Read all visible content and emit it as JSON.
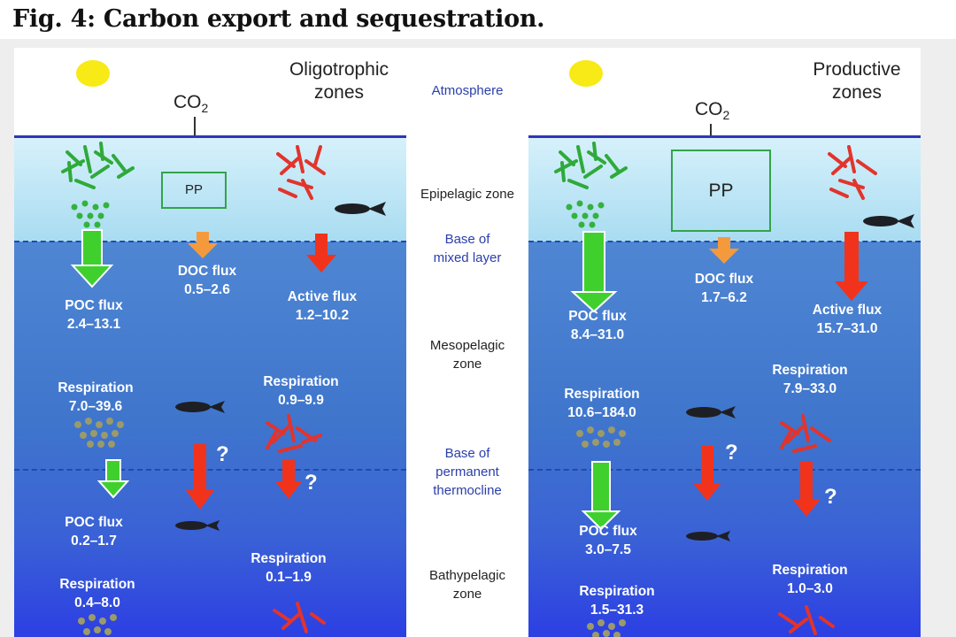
{
  "figure": {
    "title": "Fig. 4: Carbon export and sequestration."
  },
  "colors": {
    "poc_arrow": "#3fd02e",
    "doc_arrow": "#f59a3c",
    "active_arrow": "#f2331b",
    "surface_line": "#2f35b8",
    "sun": "#f7ea16",
    "mid_label": "#2a3eaa"
  },
  "icons": [
    "sun-icon",
    "phytoplankton-icon",
    "zooplankton-icon",
    "fish-icon",
    "particle-cluster-icon"
  ],
  "middle": {
    "atmosphere": "Atmosphere",
    "epipelagic": "Epipelagic zone",
    "mixed_layer_1": "Base of",
    "mixed_layer_2": "mixed layer",
    "mesopelagic_1": "Mesopelagic",
    "mesopelagic_2": "zone",
    "thermocline_1": "Base of",
    "thermocline_2": "permanent",
    "thermocline_3": "thermocline",
    "bathypelagic_1": "Bathypelagic",
    "bathypelagic_2": "zone"
  },
  "left": {
    "title_1": "Oligotrophic",
    "title_2": "zones",
    "co2": "CO",
    "co2_sub": "2",
    "pp": "PP",
    "doc_label": "DOC flux",
    "doc_value": "0.5–2.6",
    "poc_label": "POC flux",
    "poc_value": "2.4–13.1",
    "active_label": "Active flux",
    "active_value": "1.2–10.2",
    "resp_left_label": "Respiration",
    "resp_left_value": "7.0–39.6",
    "resp_right_label": "Respiration",
    "resp_right_value": "0.9–9.9",
    "q1": "?",
    "q2": "?",
    "poc_deep_label": "POC flux",
    "poc_deep_value": "0.2–1.7",
    "resp_deep_right_label": "Respiration",
    "resp_deep_right_value": "0.1–1.9",
    "resp_deep_left_label": "Respiration",
    "resp_deep_left_value": "0.4–8.0"
  },
  "right": {
    "title_1": "Productive",
    "title_2": "zones",
    "co2": "CO",
    "co2_sub": "2",
    "pp": "PP",
    "doc_label": "DOC flux",
    "doc_value": "1.7–6.2",
    "poc_label": "POC flux",
    "poc_value": "8.4–31.0",
    "active_label": "Active flux",
    "active_value": "15.7–31.0",
    "resp_left_label": "Respiration",
    "resp_left_value": "10.6–184.0",
    "resp_right_label": "Respiration",
    "resp_right_value": "7.9–33.0",
    "q1": "?",
    "q2": "?",
    "poc_deep_label": "POC flux",
    "poc_deep_value": "3.0–7.5",
    "resp_deep_right_label": "Respiration",
    "resp_deep_right_value": "1.0–3.0",
    "resp_deep_left_label": "Respiration",
    "resp_deep_left_value": "1.5–31.3"
  }
}
